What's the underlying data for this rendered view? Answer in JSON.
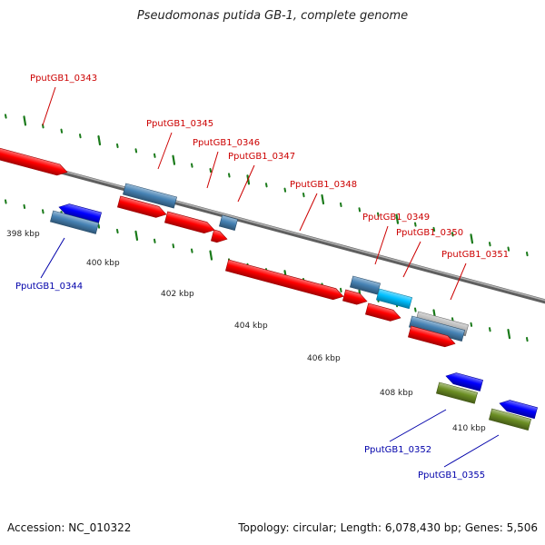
{
  "title": "Pseudomonas putida GB-1, complete genome",
  "footer": {
    "accession": "Accession: NC_010322",
    "topology": "Topology: circular; Length: 6,078,430 bp; Genes: 5,506"
  },
  "scale_labels": [
    "398 kbp",
    "400 kbp",
    "402 kbp",
    "404 kbp",
    "406 kbp",
    "408 kbp",
    "410 kbp"
  ],
  "gene_labels": {
    "forward": [
      "PputGB1_0343",
      "PputGB1_0345",
      "PputGB1_0346",
      "PputGB1_0347",
      "PputGB1_0348",
      "PputGB1_0349",
      "PputGB1_0350",
      "PputGB1_0351"
    ],
    "reverse": [
      "PputGB1_0344",
      "PputGB1_0352",
      "PputGB1_0355"
    ]
  },
  "colors": {
    "forward_label": "#cc0000",
    "reverse_label": "#0000aa",
    "cds_forward": "#ff0000",
    "cds_reverse": "#0000ff",
    "gene_steelblue": "#4682b4",
    "gene_cyan": "#00bfff",
    "gene_silver": "#b8b8b8",
    "gene_olive": "#6b8e23",
    "tick": "#1a7a1a",
    "backbone": "#808080"
  }
}
